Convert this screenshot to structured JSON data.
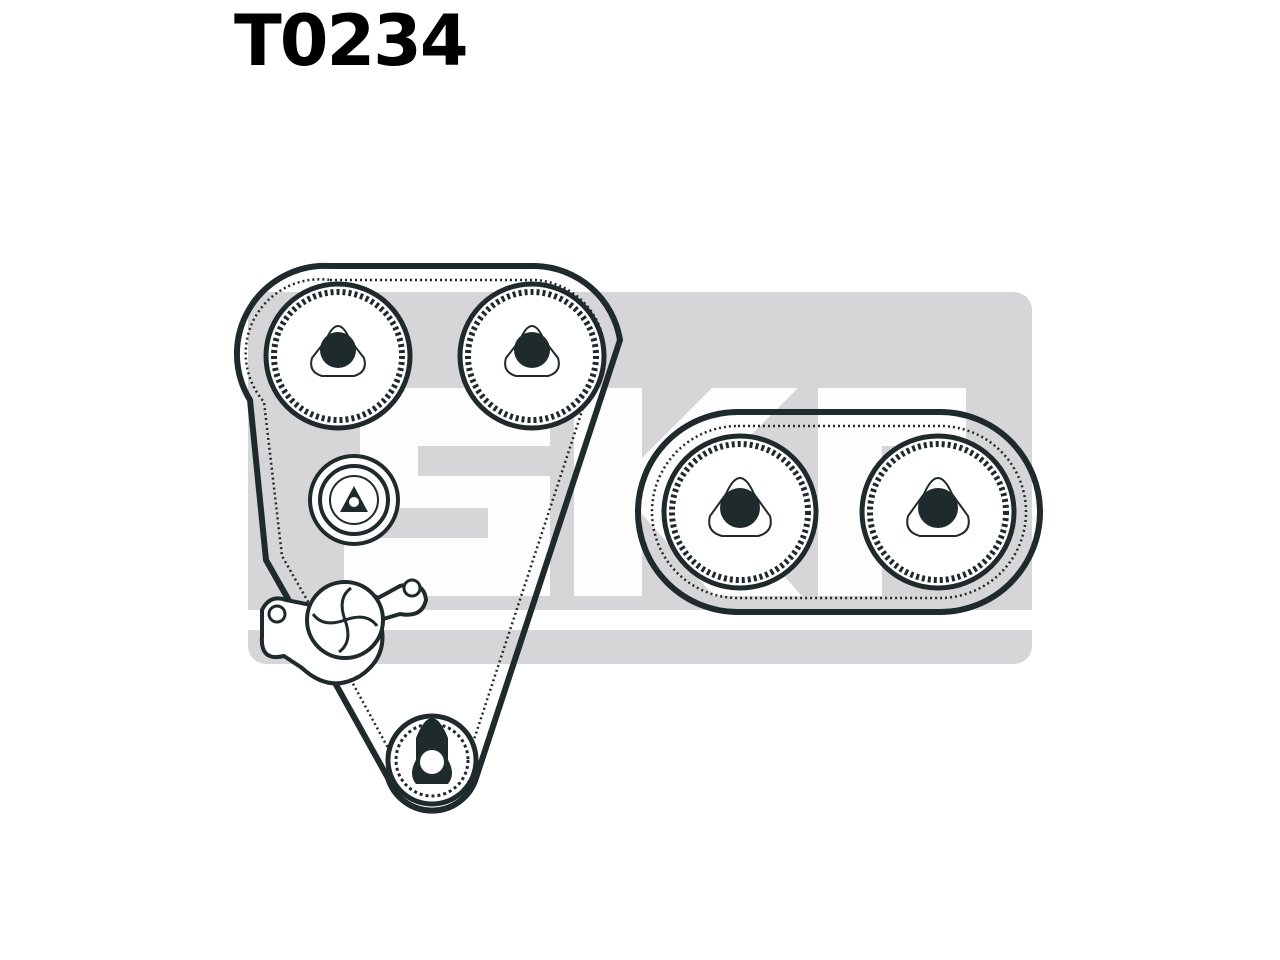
{
  "part_number": "T0234",
  "colors": {
    "ink": "#1f2a2c",
    "watermark_bg": "#d6d6d8",
    "watermark_text": "#ffffff",
    "background": "#ffffff"
  },
  "watermark": {
    "brand": "SKF"
  },
  "components": {
    "camshaft_pulleys": 4,
    "tensioner": 1,
    "water_pump": 1,
    "crankshaft_pulley": 1,
    "timing_belts": 2
  },
  "icons": {
    "tensioner": "tensioner-icon",
    "water_pump": "water-pump-icon",
    "crank": "crankshaft-icon"
  }
}
